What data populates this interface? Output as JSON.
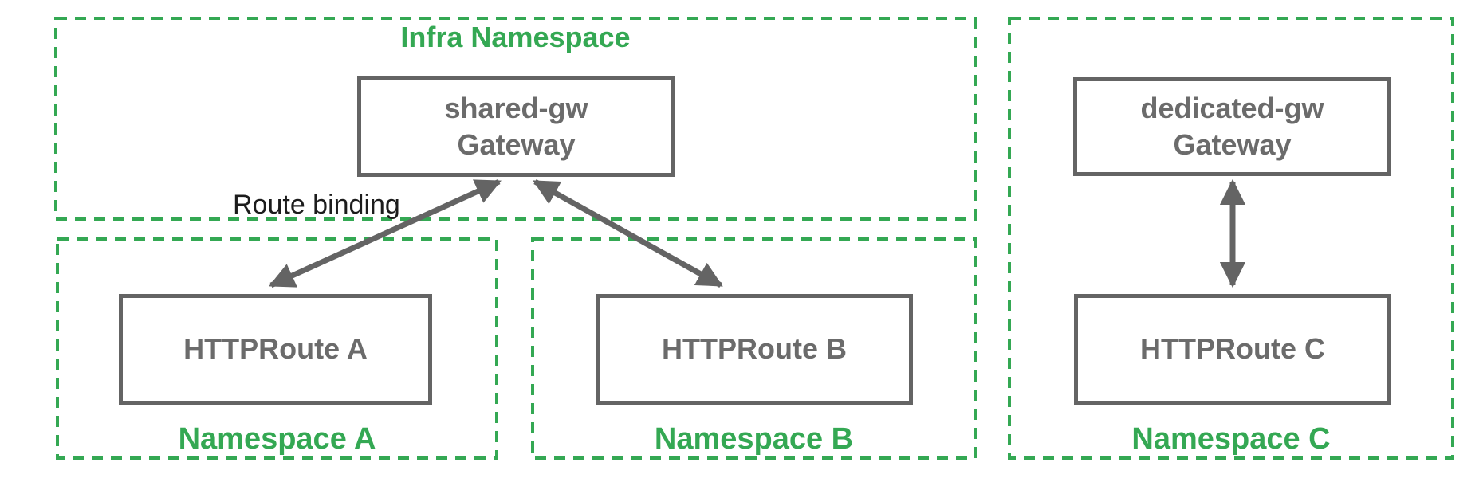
{
  "colors": {
    "green": "#34a853",
    "gray": "#646464",
    "text_gray": "#6b6b6b",
    "black": "#1c1c1c"
  },
  "infra_namespace": {
    "label": "Infra Namespace"
  },
  "shared_gateway": {
    "line1": "shared-gw",
    "line2": "Gateway"
  },
  "dedicated_gateway": {
    "line1": "dedicated-gw",
    "line2": "Gateway"
  },
  "http_routes": {
    "a": "HTTPRoute A",
    "b": "HTTPRoute B",
    "c": "HTTPRoute C"
  },
  "namespace_labels": {
    "a": "Namespace A",
    "b": "Namespace B",
    "c": "Namespace C"
  },
  "annotations": {
    "route_binding": "Route binding"
  },
  "connections": {
    "a": "HTTPRoute A binds to shared-gw Gateway",
    "b": "HTTPRoute B binds to shared-gw Gateway",
    "c": "HTTPRoute C binds to dedicated-gw Gateway"
  }
}
